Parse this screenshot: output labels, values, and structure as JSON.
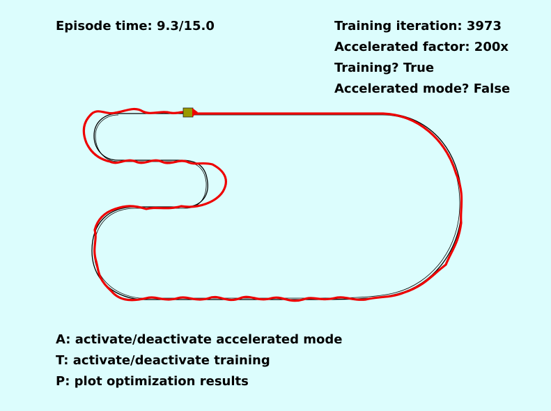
{
  "hud": {
    "episode_time": "Episode time: 9.3/15.0",
    "training_iteration": "Training iteration: 3973",
    "accelerated_factor": "Accelerated factor: 200x",
    "training_flag": "Training? True",
    "accelerated_mode_flag": "Accelerated mode? False"
  },
  "controls": {
    "key_a": "A: activate/deactivate accelerated mode",
    "key_t": "T: activate/deactivate training",
    "key_p": "P: plot optimization results"
  },
  "colors": {
    "background": "#dcfdfd",
    "track": "#000000",
    "trajectory": "#ee0000",
    "car": "#9a9a00"
  }
}
